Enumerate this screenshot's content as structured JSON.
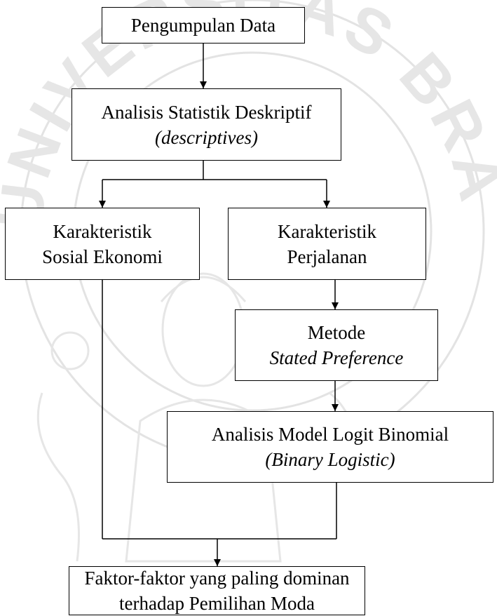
{
  "watermark": {
    "arc_text": "UNIVERSITAS BRAWIJAYA",
    "color": "#e0e0e0"
  },
  "boxes": {
    "pengumpulan": {
      "line1": "Pengumpulan Data"
    },
    "statistik": {
      "line1": "Analisis Statistik Deskriptif",
      "line2": "(descriptives)"
    },
    "sosial": {
      "line1": "Karakteristik",
      "line2": "Sosial Ekonomi"
    },
    "perjalanan": {
      "line1": "Karakteristik",
      "line2": "Perjalanan"
    },
    "metode": {
      "line1": "Metode",
      "line2": "Stated Preference"
    },
    "logit": {
      "line1": "Analisis Model Logit Binomial",
      "line2": "(Binary Logistic)"
    },
    "faktor": {
      "line1": "Faktor-faktor yang paling dominan",
      "line2": "terhadap Pemilihan Moda"
    }
  },
  "colors": {
    "line": "#000000",
    "box_fill": "#ffffff",
    "text": "#000000"
  }
}
